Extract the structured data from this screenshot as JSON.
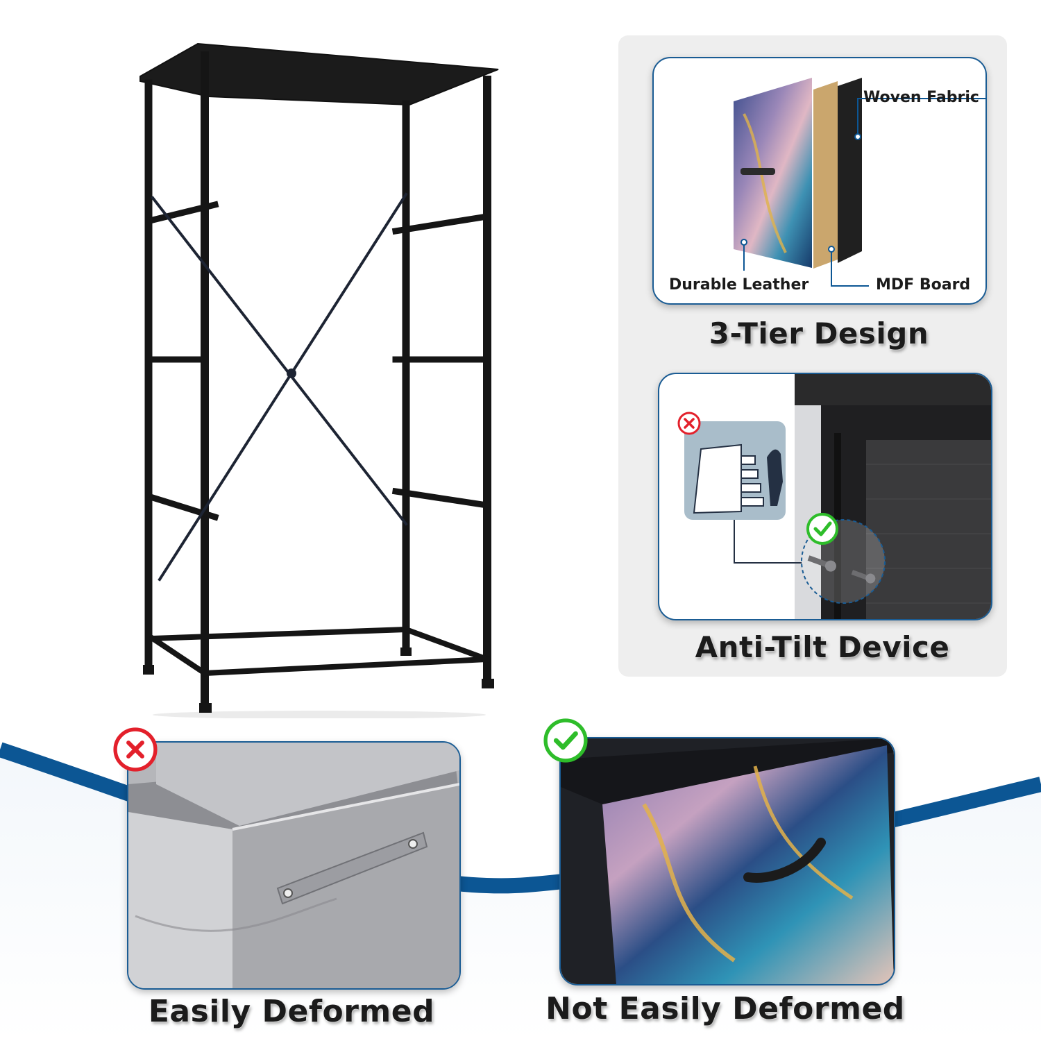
{
  "colors": {
    "brand_blue": "#0c5694",
    "cross_red": "#e3202b",
    "check_green": "#2ebd2a",
    "panel_gray": "#eeeeee",
    "frame_black": "#151515"
  },
  "materials_card": {
    "labels": {
      "woven_fabric": "Woven Fabric",
      "durable_leather": "Durable Leather",
      "mdf_board": "MDF Board"
    }
  },
  "headings": {
    "tier_design": "3-Tier Design",
    "anti_tilt": "Anti-Tilt Device",
    "easily_deformed": "Easily Deformed",
    "not_easily_deformed": "Not Easily Deformed"
  },
  "icons": {
    "bad": "cross-circle-icon",
    "good": "check-circle-icon"
  }
}
